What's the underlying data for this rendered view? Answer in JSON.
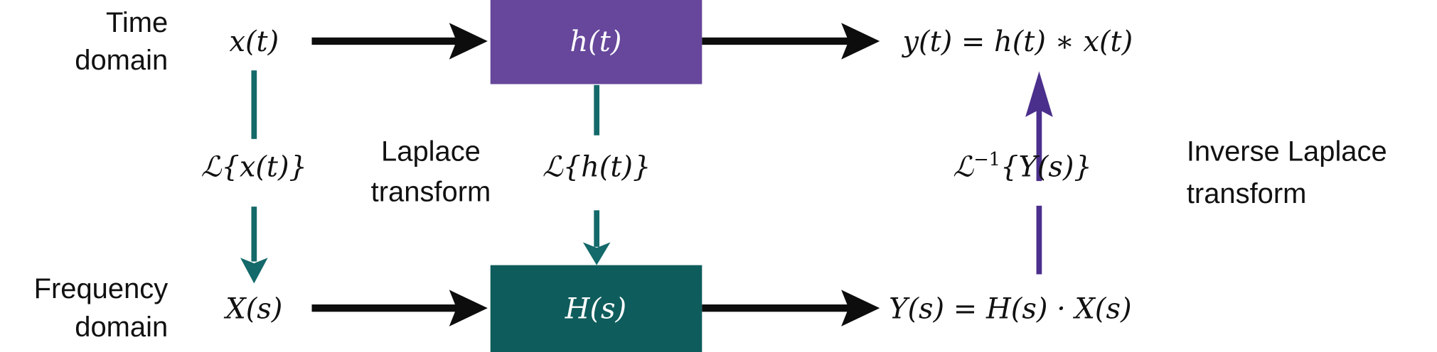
{
  "labels": {
    "time_domain": [
      "Time",
      "domain"
    ],
    "frequency_domain": [
      "Frequency",
      "domain"
    ],
    "laplace_transform": [
      "Laplace",
      "transform"
    ],
    "inverse_laplace_transform": [
      "Inverse Laplace",
      "transform"
    ]
  },
  "math": {
    "x_t": "x(t)",
    "h_t": "h(t)",
    "y_t": "y(t) = h(t) ∗ x(t)",
    "X_s": "X(s)",
    "H_s": "H(s)",
    "Y_s": "Y(s) = H(s) · X(s)",
    "L_x": "ℒ{x(t)}",
    "L_h": "ℒ{h(t)}",
    "L_inv_prefix": "ℒ",
    "L_inv_sup": "−1",
    "L_inv_arg": "{Y(s)}"
  },
  "colors": {
    "purple": "#66479b",
    "teal": "#0f5c5c",
    "teal_arrow": "#14696a",
    "purple_arrow": "#4b2f8c",
    "black": "#0d0d0d"
  }
}
